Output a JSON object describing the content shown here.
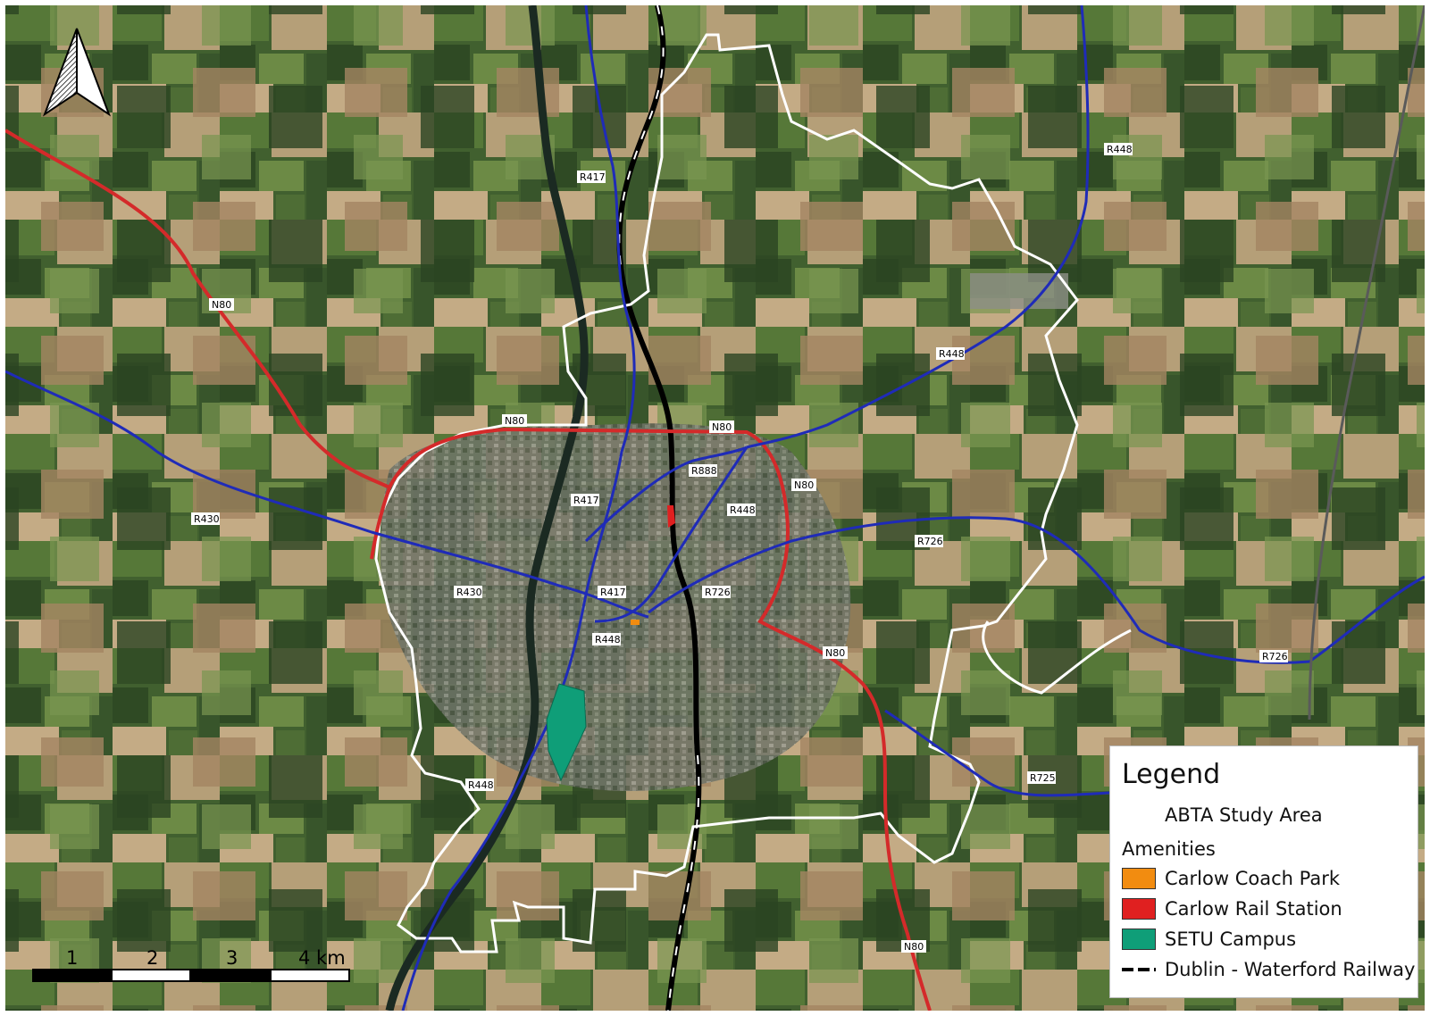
{
  "legend": {
    "title": "Legend",
    "study_area": "ABTA Study Area",
    "amenities_header": "Amenities",
    "items": [
      {
        "label": "Carlow Coach Park",
        "color": "#f28c10"
      },
      {
        "label": "Carlow Rail Station",
        "color": "#e02020"
      },
      {
        "label": "SETU Campus",
        "color": "#0f9e78"
      },
      {
        "label": "Dublin - Waterford Railway",
        "color": "#000000"
      }
    ]
  },
  "scale_bar": {
    "ticks": [
      "1",
      "2",
      "3",
      "4 km"
    ]
  },
  "road_labels": {
    "n80_a": "N80",
    "n80_b": "N80",
    "n80_c": "N80",
    "n80_d": "N80",
    "n80_e": "N80",
    "n80_f": "N80",
    "r417_a": "R417",
    "r417_b": "R417",
    "r417_c": "R417",
    "r448_a": "R448",
    "r448_b": "R448",
    "r448_c": "R448",
    "r448_d": "R448",
    "r448_e": "R448",
    "r430_a": "R430",
    "r430_b": "R430",
    "r888": "R888",
    "r726_a": "R726",
    "r726_b": "R726",
    "r726_c": "R726",
    "r725": "R725"
  },
  "colors": {
    "national_road": "#d42a2a",
    "regional_road": "#1f2bb8",
    "study_boundary": "#ffffff",
    "river": "#1b2a22"
  },
  "north_arrow": "north-arrow-icon"
}
